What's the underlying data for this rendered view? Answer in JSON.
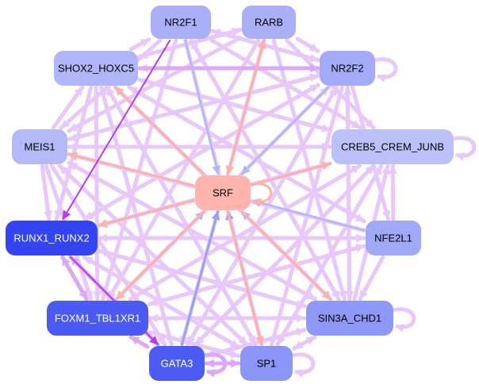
{
  "title": "",
  "colors": {
    "edge_light": "#e8c8fa",
    "edge_mid": "#dba8f7",
    "edge_strong": "#b43cf0",
    "edge_red": "#ffb0a8",
    "edge_blue": "#b0b8f5",
    "edge_blue_dark": "#96a2f2"
  },
  "nodes": [
    {
      "id": "NR2F1",
      "label": "NR2F1",
      "fill": "#a9b0f8",
      "text": "#000000"
    },
    {
      "id": "RARB",
      "label": "RARB",
      "fill": "#a9b0f8",
      "text": "#000000"
    },
    {
      "id": "SHOX2_HOXC5",
      "label": "SHOX2_HOXC5",
      "fill": "#b0b6f8",
      "text": "#000000"
    },
    {
      "id": "NR2F2",
      "label": "NR2F2",
      "fill": "#a3aaf8",
      "text": "#000000"
    },
    {
      "id": "MEIS1",
      "label": "MEIS1",
      "fill": "#b4baf8",
      "text": "#000000"
    },
    {
      "id": "CREB5_CREM_JUNB",
      "label": "CREB5_CREM_JUNB",
      "fill": "#bcc1f9",
      "text": "#000000"
    },
    {
      "id": "SRF",
      "label": "SRF",
      "fill": "#ffb4ae",
      "text": "#000000"
    },
    {
      "id": "RUNX1_RUNX2",
      "label": "RUNX1_RUNX2",
      "fill": "#3344f0",
      "text": "#ffffff"
    },
    {
      "id": "NFE2L1",
      "label": "NFE2L1",
      "fill": "#a0a8f8",
      "text": "#000000"
    },
    {
      "id": "FOXM1_TBL1XR1",
      "label": "FOXM1_TBL1XR1",
      "fill": "#4a5af2",
      "text": "#ffffff"
    },
    {
      "id": "SIN3A_CHD1",
      "label": "SIN3A_CHD1",
      "fill": "#8e98f6",
      "text": "#000000"
    },
    {
      "id": "GATA3",
      "label": "GATA3",
      "fill": "#4c5cf2",
      "text": "#ffffff"
    },
    {
      "id": "SP1",
      "label": "SP1",
      "fill": "#8a95f6",
      "text": "#000000"
    }
  ],
  "edges": [
    {
      "from": "SHOX2_HOXC5",
      "to": "NR2F2",
      "type": "mid"
    },
    {
      "from": "NR2F1",
      "to": "RUNX1_RUNX2",
      "type": "strong"
    },
    {
      "from": "NR2F1",
      "to": "SRF",
      "type": "blue"
    },
    {
      "from": "RARB",
      "to": "SRF",
      "type": "red"
    },
    {
      "from": "SRF",
      "to": "RARB",
      "type": "red"
    },
    {
      "from": "SRF",
      "to": "SHOX2_HOXC5",
      "type": "red"
    },
    {
      "from": "SRF",
      "to": "MEIS1",
      "type": "red"
    },
    {
      "from": "SRF",
      "to": "CREB5_CREM_JUNB",
      "type": "red"
    },
    {
      "from": "SRF",
      "to": "SIN3A_CHD1",
      "type": "red"
    },
    {
      "from": "SRF",
      "to": "FOXM1_TBL1XR1",
      "type": "red"
    },
    {
      "from": "SRF",
      "to": "SP1",
      "type": "red"
    },
    {
      "from": "SRF",
      "to": "RUNX1_RUNX2",
      "type": "red"
    },
    {
      "from": "NFE2L1",
      "to": "SRF",
      "type": "blue"
    },
    {
      "from": "GATA3",
      "to": "SRF",
      "type": "blue_dark"
    },
    {
      "from": "SP1",
      "to": "SRF",
      "type": "blue_dark"
    },
    {
      "from": "SIN3A_CHD1",
      "to": "SRF",
      "type": "blue"
    },
    {
      "from": "FOXM1_TBL1XR1",
      "to": "SRF",
      "type": "blue"
    },
    {
      "from": "NR2F2",
      "to": "SRF",
      "type": "blue"
    },
    {
      "from": "RUNX1_RUNX2",
      "to": "GATA3",
      "type": "strong"
    },
    {
      "from": "GATA3",
      "to": "RUNX1_RUNX2",
      "type": "mid"
    },
    {
      "from": "NFE2L1",
      "to": "CREB5_CREM_JUNB",
      "type": "light"
    },
    {
      "from": "SHOX2_HOXC5",
      "to": "SIN3A_CHD1",
      "type": "light"
    },
    {
      "from": "SHOX2_HOXC5",
      "to": "SP1",
      "type": "light"
    },
    {
      "from": "SHOX2_HOXC5",
      "to": "GATA3",
      "type": "light"
    },
    {
      "from": "SHOX2_HOXC5",
      "to": "FOXM1_TBL1XR1",
      "type": "light"
    },
    {
      "from": "SHOX2_HOXC5",
      "to": "CREB5_CREM_JUNB",
      "type": "light"
    },
    {
      "from": "SHOX2_HOXC5",
      "to": "NFE2L1",
      "type": "light"
    },
    {
      "from": "SHOX2_HOXC5",
      "to": "RUNX1_RUNX2",
      "type": "light"
    },
    {
      "from": "SHOX2_HOXC5",
      "to": "NR2F1",
      "type": "light"
    },
    {
      "from": "SHOX2_HOXC5",
      "to": "RARB",
      "type": "light"
    },
    {
      "from": "NR2F1",
      "to": "NR2F2",
      "type": "light"
    },
    {
      "from": "NR2F1",
      "to": "CREB5_CREM_JUNB",
      "type": "light"
    },
    {
      "from": "NR2F1",
      "to": "SIN3A_CHD1",
      "type": "light"
    },
    {
      "from": "NR2F1",
      "to": "SP1",
      "type": "light"
    },
    {
      "from": "NR2F1",
      "to": "FOXM1_TBL1XR1",
      "type": "light"
    },
    {
      "from": "NR2F1",
      "to": "MEIS1",
      "type": "light"
    },
    {
      "from": "RARB",
      "to": "SHOX2_HOXC5",
      "type": "light"
    },
    {
      "from": "RARB",
      "to": "NR2F2",
      "type": "light"
    },
    {
      "from": "RARB",
      "to": "MEIS1",
      "type": "light"
    },
    {
      "from": "RARB",
      "to": "SIN3A_CHD1",
      "type": "light"
    },
    {
      "from": "RARB",
      "to": "GATA3",
      "type": "light"
    },
    {
      "from": "RARB",
      "to": "FOXM1_TBL1XR1",
      "type": "light"
    },
    {
      "from": "RARB",
      "to": "CREB5_CREM_JUNB",
      "type": "light"
    },
    {
      "from": "NR2F2",
      "to": "SHOX2_HOXC5",
      "type": "light"
    },
    {
      "from": "NR2F2",
      "to": "MEIS1",
      "type": "light"
    },
    {
      "from": "NR2F2",
      "to": "RUNX1_RUNX2",
      "type": "light"
    },
    {
      "from": "NR2F2",
      "to": "FOXM1_TBL1XR1",
      "type": "light"
    },
    {
      "from": "NR2F2",
      "to": "GATA3",
      "type": "light"
    },
    {
      "from": "NR2F2",
      "to": "SIN3A_CHD1",
      "type": "light"
    },
    {
      "from": "NR2F2",
      "to": "SP1",
      "type": "light"
    },
    {
      "from": "NR2F2",
      "to": "NFE2L1",
      "type": "light"
    },
    {
      "from": "NR2F2",
      "to": "NR2F1",
      "type": "light"
    },
    {
      "from": "MEIS1",
      "to": "SHOX2_HOXC5",
      "type": "light"
    },
    {
      "from": "MEIS1",
      "to": "RUNX1_RUNX2",
      "type": "light"
    },
    {
      "from": "MEIS1",
      "to": "FOXM1_TBL1XR1",
      "type": "light"
    },
    {
      "from": "MEIS1",
      "to": "CREB5_CREM_JUNB",
      "type": "light"
    },
    {
      "from": "MEIS1",
      "to": "SIN3A_CHD1",
      "type": "light"
    },
    {
      "from": "MEIS1",
      "to": "NR2F2",
      "type": "light"
    },
    {
      "from": "MEIS1",
      "to": "SP1",
      "type": "light"
    },
    {
      "from": "MEIS1",
      "to": "GATA3",
      "type": "light"
    },
    {
      "from": "CREB5_CREM_JUNB",
      "to": "SHOX2_HOXC5",
      "type": "light"
    },
    {
      "from": "CREB5_CREM_JUNB",
      "to": "MEIS1",
      "type": "light"
    },
    {
      "from": "CREB5_CREM_JUNB",
      "to": "RUNX1_RUNX2",
      "type": "light"
    },
    {
      "from": "CREB5_CREM_JUNB",
      "to": "FOXM1_TBL1XR1",
      "type": "light"
    },
    {
      "from": "CREB5_CREM_JUNB",
      "to": "GATA3",
      "type": "light"
    },
    {
      "from": "CREB5_CREM_JUNB",
      "to": "SP1",
      "type": "light"
    },
    {
      "from": "RUNX1_RUNX2",
      "to": "CREB5_CREM_JUNB",
      "type": "light"
    },
    {
      "from": "RUNX1_RUNX2",
      "to": "SIN3A_CHD1",
      "type": "light"
    },
    {
      "from": "RUNX1_RUNX2",
      "to": "NFE2L1",
      "type": "light"
    },
    {
      "from": "RUNX1_RUNX2",
      "to": "NR2F2",
      "type": "light"
    },
    {
      "from": "RUNX1_RUNX2",
      "to": "SP1",
      "type": "light"
    },
    {
      "from": "RUNX1_RUNX2",
      "to": "FOXM1_TBL1XR1",
      "type": "mid"
    },
    {
      "from": "FOXM1_TBL1XR1",
      "to": "RUNX1_RUNX2",
      "type": "mid"
    },
    {
      "from": "FOXM1_TBL1XR1",
      "to": "CREB5_CREM_JUNB",
      "type": "light"
    },
    {
      "from": "FOXM1_TBL1XR1",
      "to": "NR2F2",
      "type": "light"
    },
    {
      "from": "FOXM1_TBL1XR1",
      "to": "NFE2L1",
      "type": "light"
    },
    {
      "from": "FOXM1_TBL1XR1",
      "to": "SIN3A_CHD1",
      "type": "light"
    },
    {
      "from": "FOXM1_TBL1XR1",
      "to": "SP1",
      "type": "light"
    },
    {
      "from": "GATA3",
      "to": "FOXM1_TBL1XR1",
      "type": "mid"
    },
    {
      "from": "GATA3",
      "to": "SP1",
      "type": "mid"
    },
    {
      "from": "GATA3",
      "to": "CREB5_CREM_JUNB",
      "type": "light"
    },
    {
      "from": "GATA3",
      "to": "NR2F2",
      "type": "light"
    },
    {
      "from": "GATA3",
      "to": "SIN3A_CHD1",
      "type": "light"
    },
    {
      "from": "GATA3",
      "to": "SHOX2_HOXC5",
      "type": "light"
    },
    {
      "from": "SP1",
      "to": "GATA3",
      "type": "mid"
    },
    {
      "from": "SP1",
      "to": "SIN3A_CHD1",
      "type": "light"
    },
    {
      "from": "SP1",
      "to": "CREB5_CREM_JUNB",
      "type": "light"
    },
    {
      "from": "SP1",
      "to": "MEIS1",
      "type": "light"
    },
    {
      "from": "SP1",
      "to": "RUNX1_RUNX2",
      "type": "light"
    },
    {
      "from": "SP1",
      "to": "SHOX2_HOXC5",
      "type": "light"
    },
    {
      "from": "SIN3A_CHD1",
      "to": "SP1",
      "type": "light"
    },
    {
      "from": "SIN3A_CHD1",
      "to": "GATA3",
      "type": "light"
    },
    {
      "from": "SIN3A_CHD1",
      "to": "FOXM1_TBL1XR1",
      "type": "light"
    },
    {
      "from": "SIN3A_CHD1",
      "to": "RUNX1_RUNX2",
      "type": "light"
    },
    {
      "from": "SIN3A_CHD1",
      "to": "MEIS1",
      "type": "light"
    },
    {
      "from": "SIN3A_CHD1",
      "to": "SHOX2_HOXC5",
      "type": "light"
    },
    {
      "from": "SIN3A_CHD1",
      "to": "CREB5_CREM_JUNB",
      "type": "light"
    },
    {
      "from": "SIN3A_CHD1",
      "to": "NR2F2",
      "type": "light"
    },
    {
      "from": "SIN3A_CHD1",
      "to": "NR2F1",
      "type": "light"
    },
    {
      "from": "NFE2L1",
      "to": "SIN3A_CHD1",
      "type": "light"
    },
    {
      "from": "NFE2L1",
      "to": "FOXM1_TBL1XR1",
      "type": "light"
    },
    {
      "from": "NFE2L1",
      "to": "SHOX2_HOXC5",
      "type": "light"
    },
    {
      "from": "NFE2L1",
      "to": "RUNX1_RUNX2",
      "type": "light"
    },
    {
      "from": "NFE2L1",
      "to": "MEIS1",
      "type": "light"
    }
  ],
  "self_loops": [
    {
      "node": "NR2F2",
      "type": "light"
    },
    {
      "node": "CREB5_CREM_JUNB",
      "type": "light"
    },
    {
      "node": "SRF",
      "type": "red"
    },
    {
      "node": "SIN3A_CHD1",
      "type": "light"
    },
    {
      "node": "SP1",
      "type": "light"
    },
    {
      "node": "GATA3",
      "type": "mid"
    }
  ]
}
